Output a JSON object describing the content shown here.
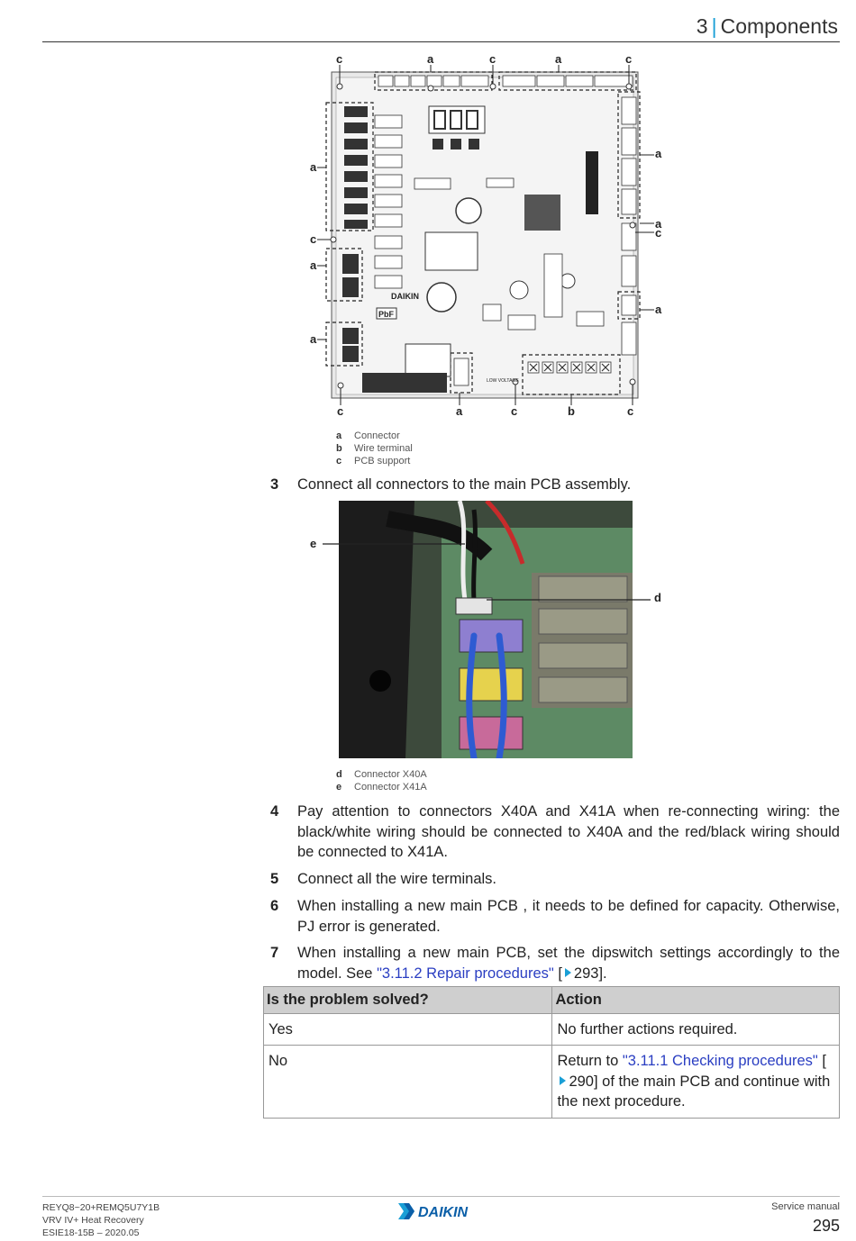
{
  "header": {
    "chapter_num": "3",
    "separator": "|",
    "chapter_title": "Components"
  },
  "figure1": {
    "top_labels": [
      "c",
      "a",
      "c",
      "a",
      "c"
    ],
    "bottom_labels": [
      "c",
      "a",
      "c",
      "b",
      "c"
    ],
    "left_labels": [
      "a",
      "c",
      "a",
      "a"
    ],
    "right_labels": [
      "a",
      "a",
      "c",
      "a"
    ],
    "board_text": {
      "brand": "DAIKIN",
      "pbf": "PbF",
      "low_voltage": "LOW VOLTAGE"
    }
  },
  "legend1": [
    {
      "key": "a",
      "label": "Connector"
    },
    {
      "key": "b",
      "label": "Wire terminal"
    },
    {
      "key": "c",
      "label": "PCB support"
    }
  ],
  "step3": {
    "num": "3",
    "text": "Connect all connectors to the main PCB assembly."
  },
  "figure2": {
    "labels": [
      "e",
      "d"
    ]
  },
  "legend2": [
    {
      "key": "d",
      "label": "Connector X40A"
    },
    {
      "key": "e",
      "label": "Connector X41A"
    }
  ],
  "step4": {
    "num": "4",
    "text": "Pay attention to connectors X40A and X41A when re-connecting wiring: the black/white wiring should be connected to X40A and the red/black wiring should be connected to X41A."
  },
  "step5": {
    "num": "5",
    "text": "Connect all the wire terminals."
  },
  "step6": {
    "num": "6",
    "text": "When installing a new main PCB , it needs to be defined for capacity. Otherwise, PJ error is generated."
  },
  "step7": {
    "num": "7",
    "text_before": "When installing a new main PCB, set the dipswitch settings accordingly to the model. See ",
    "link": "\"3.11.2 Repair procedures\"",
    "bracket_open": " [",
    "page": "293",
    "bracket_close": "]."
  },
  "table": {
    "headers": [
      "Is the problem solved?",
      "Action"
    ],
    "row1": {
      "answer": "Yes",
      "action": "No further actions required."
    },
    "row2": {
      "answer": "No",
      "action_before": "Return to ",
      "link": "\"3.11.1 Checking procedures\"",
      "bracket_open": " [",
      "page": "290",
      "action_after": "] of the main PCB and continue with the next procedure."
    }
  },
  "footer": {
    "model": "REYQ8~20+REMQ5U7Y1B",
    "product": "VRV IV+ Heat Recovery",
    "doc": "ESIE18-15B – 2020.05",
    "logo": "DAIKIN",
    "type": "Service manual",
    "page": "295"
  },
  "colors": {
    "accent": "#1a9fd6",
    "link": "#2a3ec2",
    "table_header": "#cfcfcf",
    "pcb_board": "#e9e9e9"
  }
}
